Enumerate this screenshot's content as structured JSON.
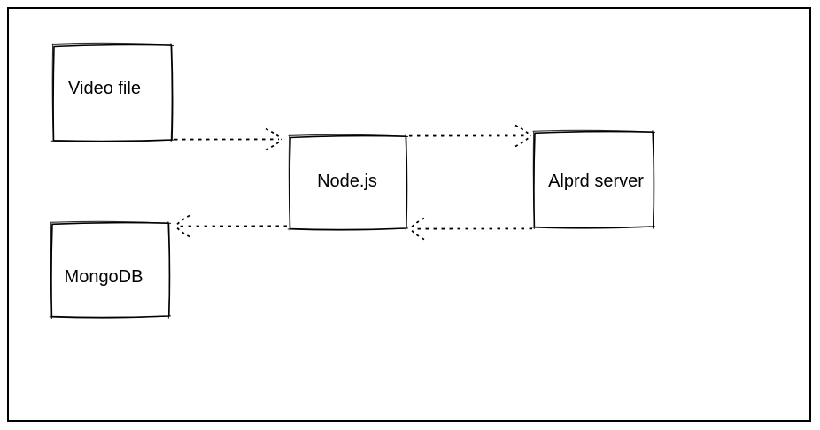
{
  "diagram": {
    "nodes": {
      "video_file": {
        "label": "Video file"
      },
      "nodejs": {
        "label": "Node.js"
      },
      "alprd_server": {
        "label": "Alprd server"
      },
      "mongodb": {
        "label": "MongoDB"
      }
    },
    "edges": [
      {
        "from": "Video file",
        "to": "Node.js",
        "style": "dashed-arrow"
      },
      {
        "from": "Node.js",
        "to": "Alprd server",
        "style": "dashed-arrow"
      },
      {
        "from": "Alprd server",
        "to": "Node.js",
        "style": "dashed-arrow"
      },
      {
        "from": "Node.js",
        "to": "MongoDB",
        "style": "dashed-arrow"
      }
    ],
    "colors": {
      "stroke": "#000000",
      "background": "#ffffff"
    }
  }
}
